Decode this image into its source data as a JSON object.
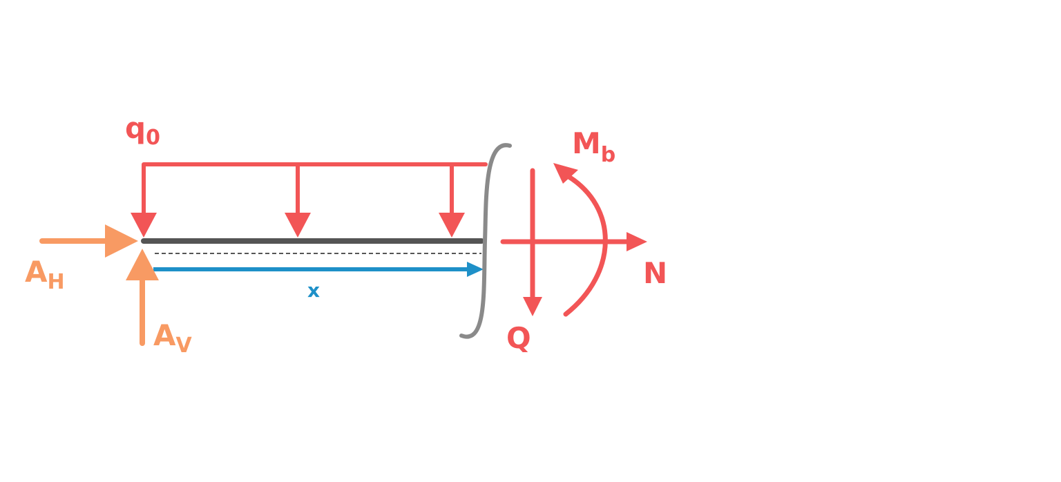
{
  "colors": {
    "force_red": "#f25556",
    "reaction_orange": "#f89a63",
    "beam_dark": "#555555",
    "cut_gray": "#8a8a8a",
    "coord_blue": "#1e90c8",
    "background": "#ffffff"
  },
  "labels": {
    "load_main": "q",
    "load_sub": "0",
    "moment_main": "M",
    "moment_sub": "b",
    "normal_force": "N",
    "shear_force": "Q",
    "reaction_h_main": "A",
    "reaction_h_sub": "H",
    "reaction_v_main": "A",
    "reaction_v_sub": "V",
    "coordinate": "x"
  }
}
